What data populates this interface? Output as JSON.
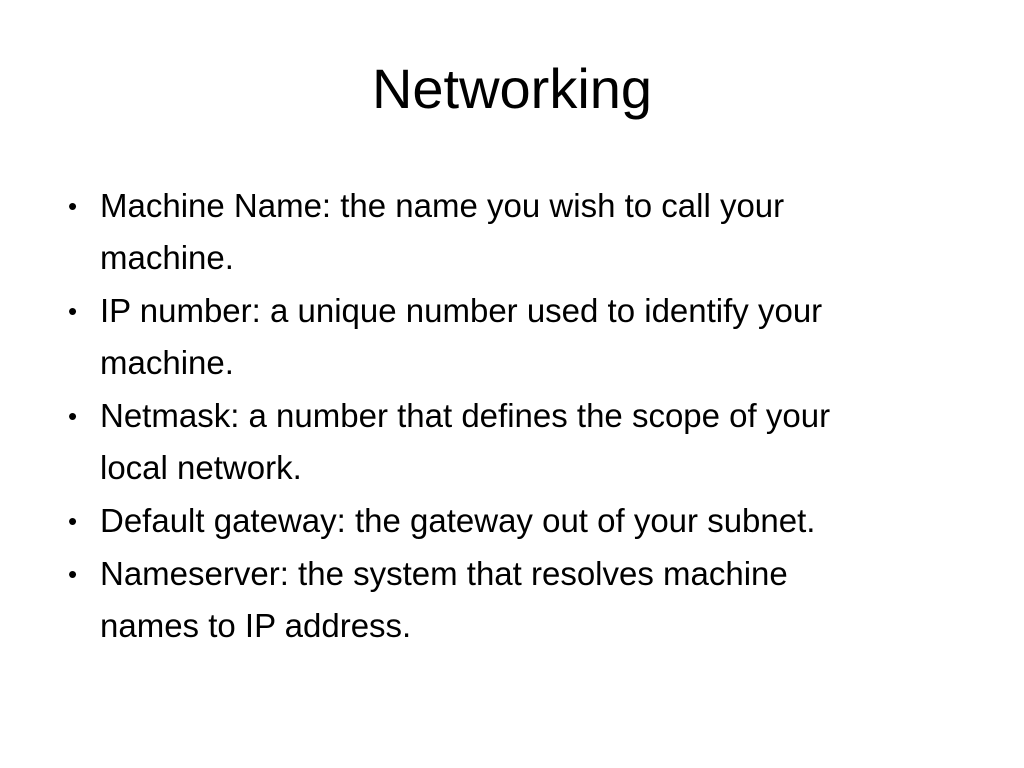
{
  "slide": {
    "title": "Networking",
    "bullet_char": "•",
    "bullets": [
      {
        "text": "Machine Name: the name you wish to call your\nmachine."
      },
      {
        "text": "IP number: a unique number used to identify your\nmachine."
      },
      {
        "text": "Netmask: a number that defines the scope of your\nlocal network."
      },
      {
        "text": "Default gateway: the gateway out of your subnet."
      },
      {
        "text": "Nameserver: the system that resolves machine\nnames to IP address."
      }
    ],
    "colors": {
      "background": "#ffffff",
      "text": "#000000"
    }
  }
}
